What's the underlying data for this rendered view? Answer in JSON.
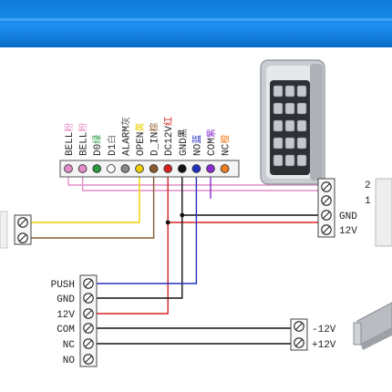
{
  "colors": {
    "banner": "#1585e6",
    "pink": "#e48ec9",
    "green": "#2a9a3c",
    "yellow": "#f0d000",
    "brown": "#8b5a2b",
    "red": "#d62020",
    "black": "#111111",
    "blue": "#2030c0",
    "purple": "#8a2ad0",
    "orange": "#f08020",
    "gray": "#888888"
  },
  "wire_terminal": {
    "labels": [
      {
        "en": "BELL",
        "cn": "粉"
      },
      {
        "en": "BELL",
        "cn": "粉"
      },
      {
        "en": "D0",
        "cn": "绿"
      },
      {
        "en": "D1",
        "cn": "白"
      },
      {
        "en": "ALARM",
        "cn": "灰"
      },
      {
        "en": "OPEN",
        "cn": "黄"
      },
      {
        "en": "D_IN",
        "cn": "棕"
      },
      {
        "en": "DC12V",
        "cn": "红"
      },
      {
        "en": "GND",
        "cn": "黑"
      },
      {
        "en": "NO",
        "cn": "蓝"
      },
      {
        "en": "COM",
        "cn": "紫"
      },
      {
        "en": "NC",
        "cn": "橙"
      }
    ]
  },
  "bell_terminal": {
    "labels": [
      "2",
      "1",
      "GND",
      "12V"
    ]
  },
  "power_block": {
    "labels": [
      "PUSH",
      "GND",
      "12V",
      "COM",
      "NC",
      "NO"
    ]
  },
  "lock_terminal": {
    "labels": [
      "-12V",
      "+12V"
    ]
  }
}
